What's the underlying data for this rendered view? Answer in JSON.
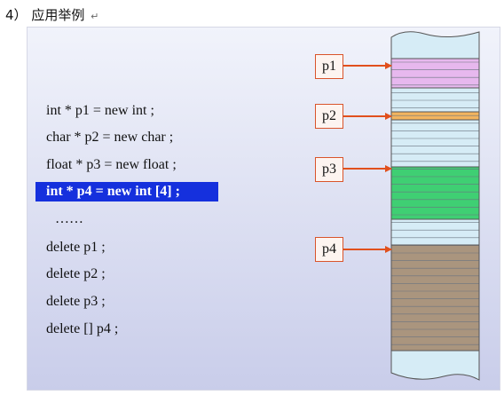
{
  "heading": {
    "number": "4）",
    "title": "应用举例",
    "return_mark": "↵"
  },
  "code_lines": [
    "int * p1 = new int ;",
    "char * p2 = new char ;",
    "float * p3 = new float ;",
    "int * p4 = new int [4] ;",
    "……",
    "delete p1 ;",
    "delete p2 ;",
    "delete p3 ;",
    "delete [] p4 ;"
  ],
  "pointers": [
    {
      "label": "p1",
      "color": "#e7b8ee"
    },
    {
      "label": "p2",
      "color": "#f2b45f"
    },
    {
      "label": "p3",
      "color": "#3fcf73"
    },
    {
      "label": "p4",
      "color": "#aa957e"
    }
  ],
  "colors": {
    "highlight": "#1530dd",
    "arrow": "#e1501d",
    "memory_free": "#d6ecf6"
  }
}
